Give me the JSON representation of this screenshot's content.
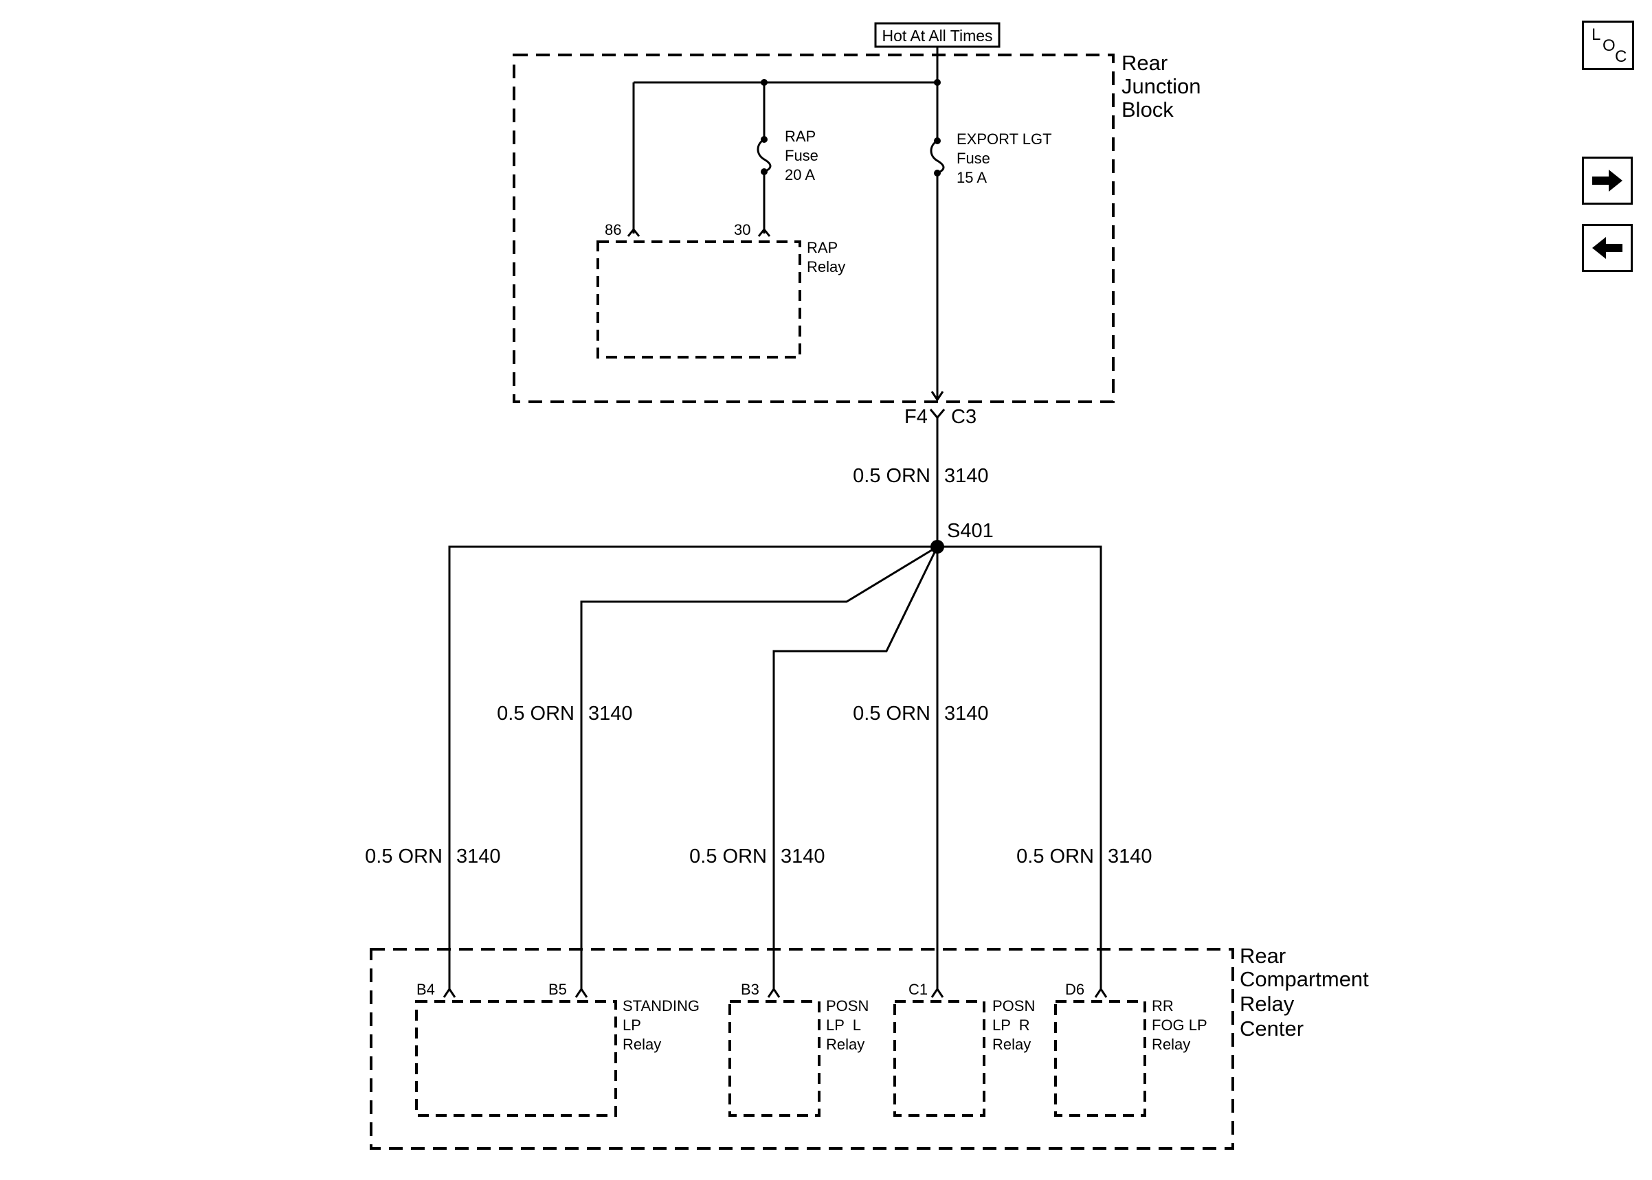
{
  "power_source": {
    "label": "Hot At All Times"
  },
  "rear_junction_block": {
    "title_lines": [
      "Rear",
      "Junction",
      "Block"
    ],
    "rap_fuse": {
      "lines": [
        "RAP",
        "Fuse",
        "20 A"
      ]
    },
    "export_fuse": {
      "lines": [
        "EXPORT LGT",
        "Fuse",
        "15 A"
      ]
    },
    "rap_relay": {
      "lines": [
        "RAP",
        "Relay"
      ],
      "pin_86": "86",
      "pin_30": "30"
    }
  },
  "connector": {
    "left": "F4",
    "right": "C3"
  },
  "splice": {
    "label": "S401"
  },
  "wires": [
    {
      "gauge_color": "0.5 ORN",
      "circuit": "3140"
    },
    {
      "gauge_color": "0.5 ORN",
      "circuit": "3140"
    },
    {
      "gauge_color": "0.5 ORN",
      "circuit": "3140"
    },
    {
      "gauge_color": "0.5 ORN",
      "circuit": "3140"
    },
    {
      "gauge_color": "0.5 ORN",
      "circuit": "3140"
    },
    {
      "gauge_color": "0.5 ORN",
      "circuit": "3140"
    }
  ],
  "rear_compartment_relay_center": {
    "title_lines": [
      "Rear",
      "Compartment",
      "Relay",
      "Center"
    ],
    "relays": [
      {
        "lines": [
          "STANDING",
          "LP",
          "Relay"
        ],
        "pins": [
          "B4",
          "B5"
        ]
      },
      {
        "lines": [
          "POSN",
          "LP  L",
          "Relay"
        ],
        "pins": [
          "B3"
        ]
      },
      {
        "lines": [
          "POSN",
          "LP  R",
          "Relay"
        ],
        "pins": [
          "C1"
        ]
      },
      {
        "lines": [
          "RR",
          "FOG LP",
          "Relay"
        ],
        "pins": [
          "D6"
        ]
      }
    ]
  },
  "nav": {
    "loc": {
      "letters": [
        "L",
        "O",
        "C"
      ]
    },
    "next_icon": "right-arrow-icon",
    "prev_icon": "left-arrow-icon"
  }
}
